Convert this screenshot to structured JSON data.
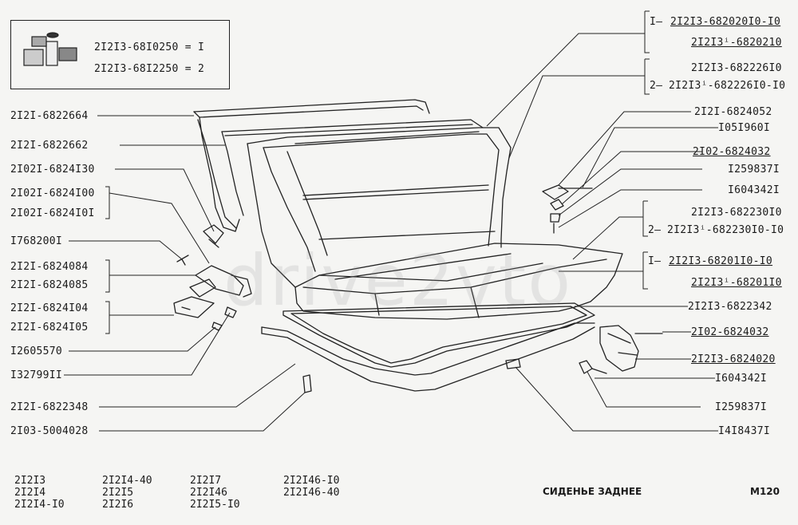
{
  "legend": {
    "row1": "2I2I3-68I0250 = I",
    "row2": "2I2I3-68I2250 = 2"
  },
  "labels_left": [
    "2I2I-6822664",
    "2I2I-6822662",
    "2I02I-6824I30",
    "2I02I-6824I00",
    "2I02I-6824I0I",
    "I768200I",
    "2I2I-6824084",
    "2I2I-6824085",
    "2I2I-6824I04",
    "2I2I-6824I05",
    "I2605570",
    "I32799II",
    "2I2I-6822348",
    "2I03-5004028"
  ],
  "labels_right": {
    "g1_prefix": "I—",
    "g1_a": "2I2I3-682020I0-I0",
    "g1_b": "2I2I3ⁱ-6820210",
    "g2_a": "2I2I3-682226I0",
    "g2_prefix": "2—",
    "g2_b": "2I2I3ⁱ-682226I0-I0",
    "r1": "2I2I-6824052",
    "r2": "I05I960I",
    "r3": "2I02-6824032",
    "r4": "I259837I",
    "r5": "I604342I",
    "g3_a": "2I2I3-682230I0",
    "g3_prefix": "2—",
    "g3_b": "2I2I3ⁱ-682230I0-I0",
    "g4_prefix": "I—",
    "g4_a": "2I2I3-68201I0-I0",
    "g4_b": "2I2I3ⁱ-68201I0",
    "r6": "2I2I3-6822342",
    "r7": "2I02-6824032",
    "r8": "2I2I3-6824020",
    "r9": "I604342I",
    "r10": "I259837I",
    "r11": "I4I8437I"
  },
  "models": {
    "c1": [
      "2I2I3",
      "2I2I4",
      "2I2I4-I0"
    ],
    "c2": [
      "2I2I4-40",
      "2I2I5",
      "2I2I6"
    ],
    "c3": [
      "2I2I7",
      "2I2I46",
      "2I2I5-I0"
    ],
    "c4": [
      "2I2I46-I0",
      "2I2I46-40"
    ]
  },
  "title": "СИДЕНЬЕ ЗАДНЕЕ",
  "page_code": "M120",
  "watermark": "drive2vto"
}
